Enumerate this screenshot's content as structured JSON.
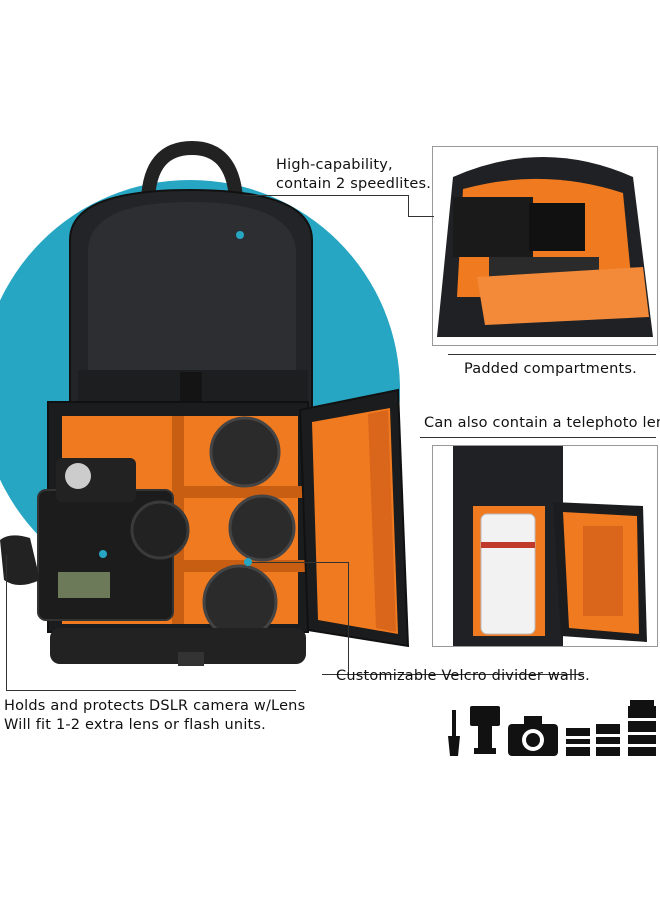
{
  "callouts": {
    "speedlites_line1": "High-capability,",
    "speedlites_line2": "contain 2 speedlites.",
    "padded": "Padded compartments.",
    "telephoto": "Can also contain a telephoto lens.",
    "velcro": "Customizable Velcro divider walls.",
    "dslr_line1": "Holds and protects DSLR camera w/Lens",
    "dslr_line2": "Will fit 1-2 extra lens or flash units."
  },
  "accent_colors": {
    "cyan": "#27a6c4",
    "orange": "#f07a20",
    "bag": "#1d1e20"
  },
  "icons": [
    "brush-icon",
    "flash-icon",
    "camera-icon",
    "lens-icon",
    "lens-icon",
    "lens-icon",
    "telephoto-lens-icon"
  ]
}
